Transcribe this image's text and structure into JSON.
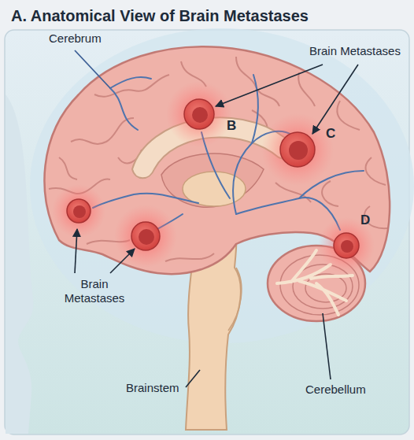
{
  "diagram": {
    "title": "A. Anatomical View of Brain Metastases",
    "labels": [
      "Cerebrum",
      "Brain Metastases",
      "B",
      "C",
      "D",
      "Brain Metastases",
      "Brainstem",
      "Cerebellum"
    ]
  }
}
